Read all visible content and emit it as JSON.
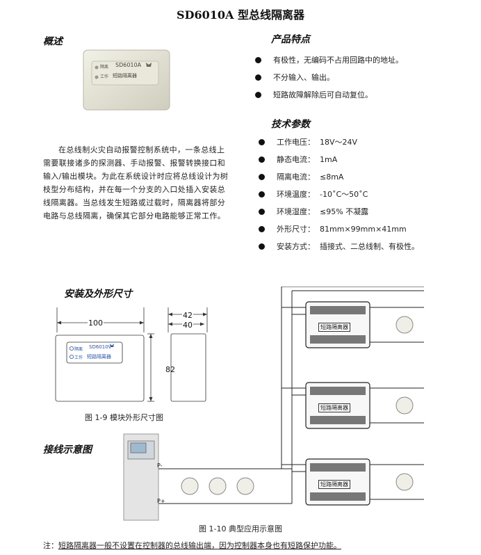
{
  "title": "SD6010A 型总线隔离器",
  "overview": {
    "heading": "概述",
    "paragraph": "在总线制火灾自动报警控制系统中，一条总线上需要联接诸多的探测器、手动报警、报警转换接口和输入/输出模块。为此在系统设计时应将总线设计为树枝型分布结构，并在每一个分支的入口处插入安装总线隔离器。当总线发生短路或过载时，隔离器将部分电路与总线隔离，确保其它部分电路能够正常工作。",
    "photo": {
      "led1": "隔离",
      "model": "SD6010A",
      "led2": "工作",
      "name": "短路隔离器"
    }
  },
  "features": {
    "heading": "产品特点",
    "items": [
      "有极性，无编码不占用回路中的地址。",
      "不分输入、输出。",
      "短路故障解除后可自动复位。"
    ]
  },
  "specs": {
    "heading": "技术参数",
    "items": [
      {
        "label": "工作电压：",
        "value": "18V～24V"
      },
      {
        "label": "静态电流：",
        "value": "1mA"
      },
      {
        "label": "隔离电流：",
        "value": "≤8mA"
      },
      {
        "label": "环境温度：",
        "value": "-10˚C～50˚C"
      },
      {
        "label": "环境湿度：",
        "value": "≤95%  不凝露"
      },
      {
        "label": "外形尺寸：",
        "value": "81mm×99mm×41mm"
      },
      {
        "label": "安装方式：",
        "value": "插接式、二总线制、有极性。"
      }
    ]
  },
  "install": {
    "heading": "安装及外形尺寸",
    "dim_width": "100",
    "dim_height": "82",
    "dim_depth_outer": "42",
    "dim_depth_inner": "40",
    "front": {
      "led1": "隔离",
      "model": "SD6010V",
      "led2": "工作",
      "name": "短路隔离器"
    },
    "caption": "图 1-9  模块外形尺寸图"
  },
  "wiring": {
    "heading": "接线示意图",
    "p_minus": "P-",
    "p_plus": "P+",
    "module_label": "短路隔离器",
    "caption": "图 1-10  典型应用示意图"
  },
  "note": {
    "prefix": "注：",
    "text": "短路隔离器一般不设置在控制器的总线输出端，因为控制器本身也有短路保护功能。"
  }
}
